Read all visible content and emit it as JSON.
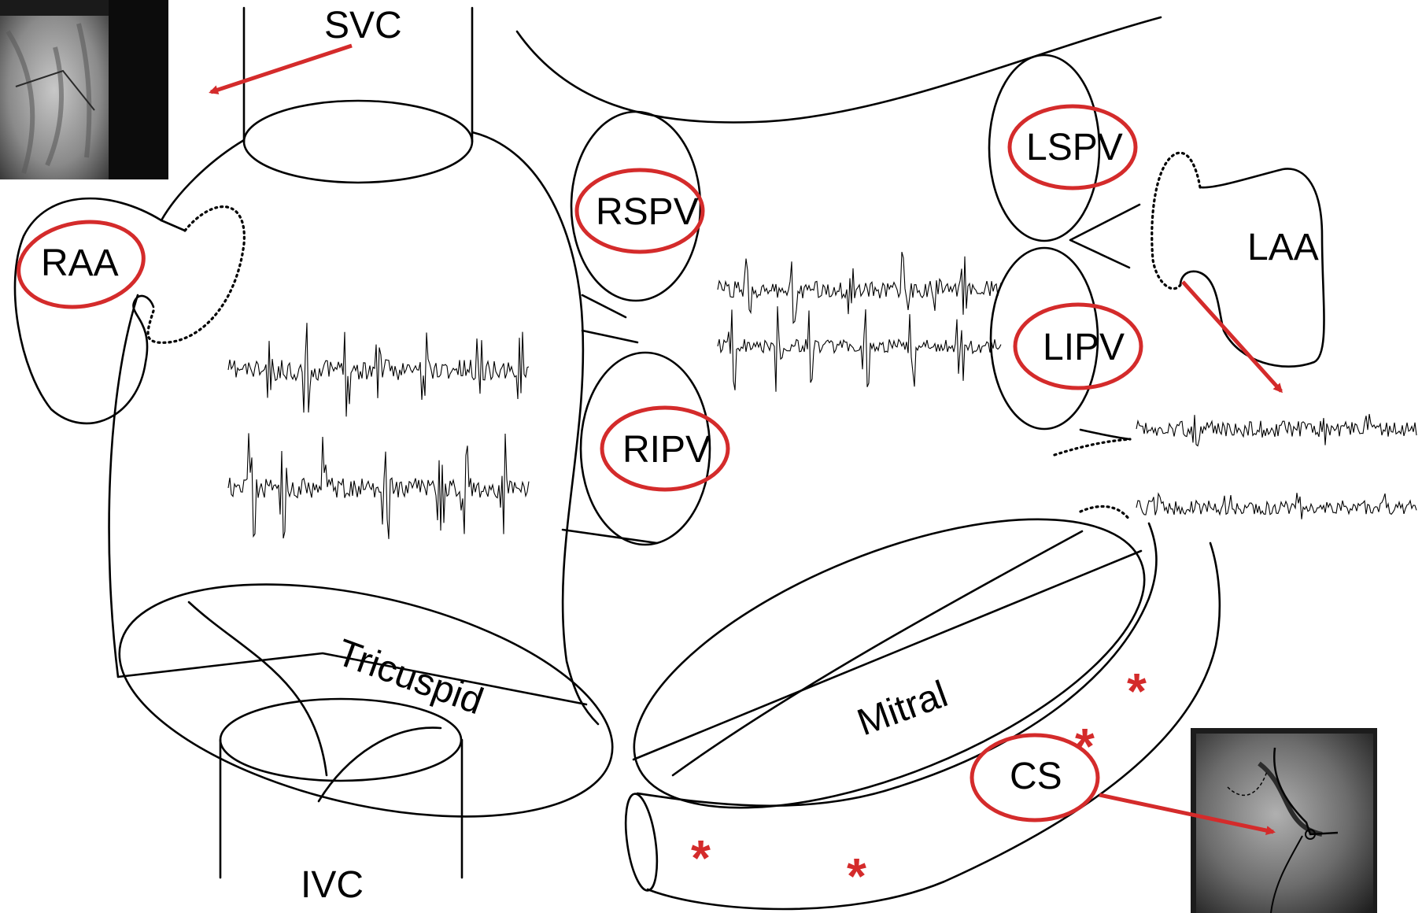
{
  "structures": {
    "svc": "SVC",
    "ivc": "IVC",
    "raa": "RAA",
    "laa": "LAA",
    "rspv": "RSPV",
    "ripv": "RIPV",
    "lspv": "LSPV",
    "lipv": "LIPV",
    "tricuspid": "Tricuspid",
    "mitral": "Mitral",
    "cs": "CS"
  },
  "marker_symbol": "*",
  "colors": {
    "highlight": "#d42b2b",
    "outline": "#000000",
    "fluoro_dark": "#111111",
    "fluoro_mid": "#8c8c8c"
  },
  "icons": {
    "top_left_inset": "fluoroscopy-image",
    "bottom_right_inset": "fluoroscopy-image"
  }
}
